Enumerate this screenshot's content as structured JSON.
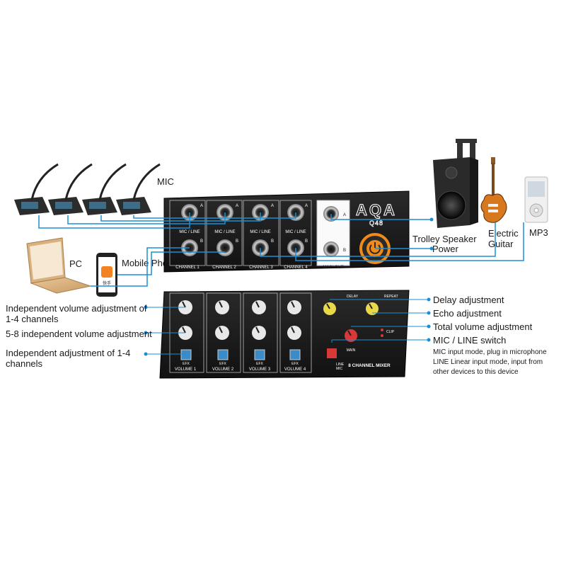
{
  "brand": {
    "logo": "AQA",
    "model": "Q48"
  },
  "panel": {
    "mic_line_label": "MIC / LINE",
    "channel_labels": [
      "CHANNEL 1",
      "CHANNEL 2",
      "CHANNEL 3",
      "CHANNEL 4"
    ],
    "main_out_label": "MAIN OUT",
    "jack_a": "A",
    "jack_b": "B",
    "volume_labels": [
      "VOLUME 1",
      "VOLUME 2",
      "VOLUME 3",
      "VOLUME 4"
    ],
    "efx_label": "EFX",
    "delay_label": "DELAY",
    "repeat_label": "REPEAT",
    "main_label": "MAIN",
    "clip_label": "CLIP",
    "switch_line": "LINE",
    "switch_mic": "MIC",
    "mixer_name": "8 CHANNEL MIXER"
  },
  "devices": {
    "mic": "MIC",
    "pc": "PC",
    "mobile": "Mobile Phone",
    "speaker": "Trolley Speaker",
    "power": "Power",
    "guitar": "Electric Guitar",
    "mp3": "MP3",
    "phone_app": "快手"
  },
  "annotations": {
    "left": [
      "Independent volume adjustment of 1-4 channels",
      "5-8 independent volume adjustment",
      "Independent adjustment of 1-4 channels"
    ],
    "right": [
      "Delay adjustment",
      "Echo adjustment",
      "Total volume adjustment",
      "MIC / LINE switch"
    ],
    "switch_notes": [
      "MIC input mode, plug in microphone",
      "LINE Linear input mode, input from other devices to this device"
    ]
  },
  "colors": {
    "wire": "#1a8fd6",
    "panel": "#1b1b1b",
    "knob": "#e8e8e8",
    "delay_knob": "#e8d94a",
    "main_knob": "#d83838",
    "efx_button": "#3a8bc8",
    "power_ring": "#f08a1a"
  }
}
